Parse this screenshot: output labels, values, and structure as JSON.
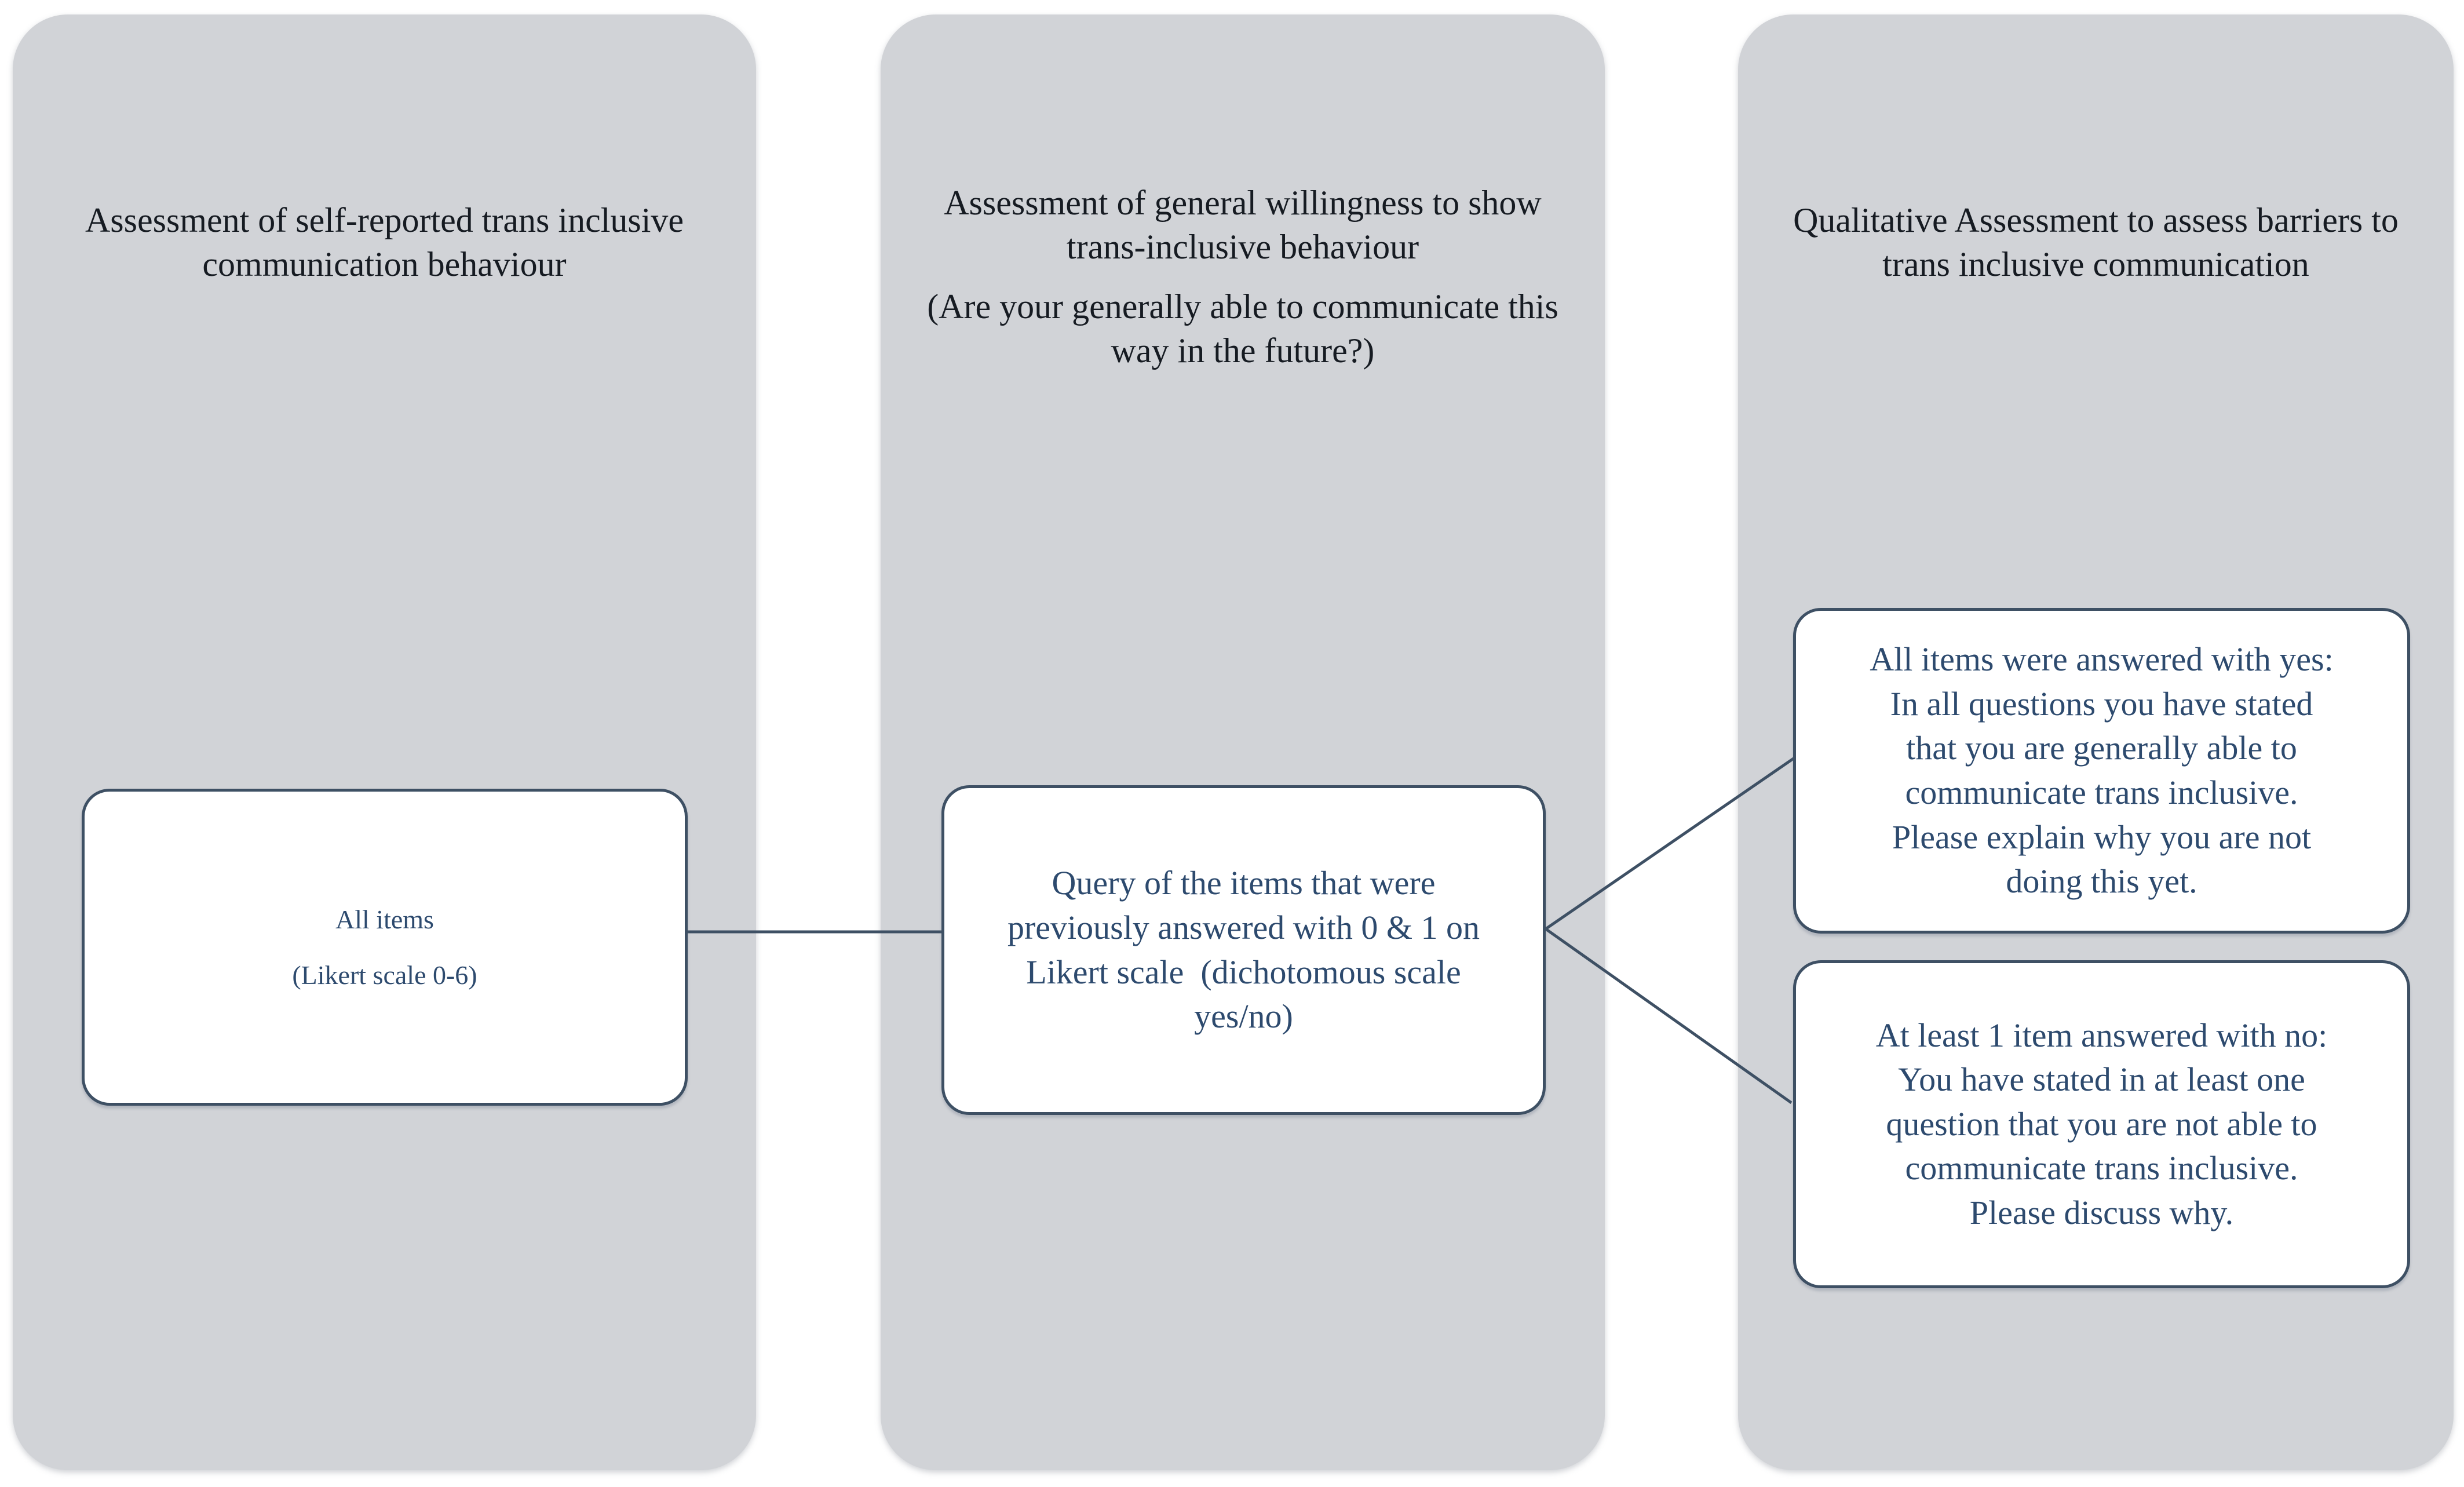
{
  "diagram": {
    "colors": {
      "panel_fill": "#d1d3d7",
      "box_fill": "#ffffff",
      "box_border": "#3e5064",
      "connector": "#3e5064",
      "heading_text": "#161b22",
      "box_text": "#2d4a6e"
    },
    "columns": [
      {
        "heading": "Assessment of self-reported trans inclusive\ncommunication behaviour",
        "box": {
          "title": "All items",
          "subtitle": "(Likert scale 0-6)"
        }
      },
      {
        "heading": "Assessment of general willingness to show\ntrans-inclusive behaviour",
        "subheading": "(Are your generally able to communicate this\nway in the future?)",
        "box": {
          "text": "Query of the items that were\npreviously answered with 0 & 1 on\nLikert scale  (dichotomous scale\nyes/no)"
        }
      },
      {
        "heading": "Qualitative Assessment to assess barriers to\ntrans inclusive communication",
        "boxes": [
          {
            "text": "All items were answered with yes:\nIn all questions you have stated\nthat you are generally able to\ncommunicate trans inclusive.\nPlease explain why you are not\ndoing this yet."
          },
          {
            "text": "At least 1 item answered with no:\nYou have stated in at least one\nquestion that you are not able to\ncommunicate trans inclusive.\nPlease discuss why."
          }
        ]
      }
    ]
  }
}
